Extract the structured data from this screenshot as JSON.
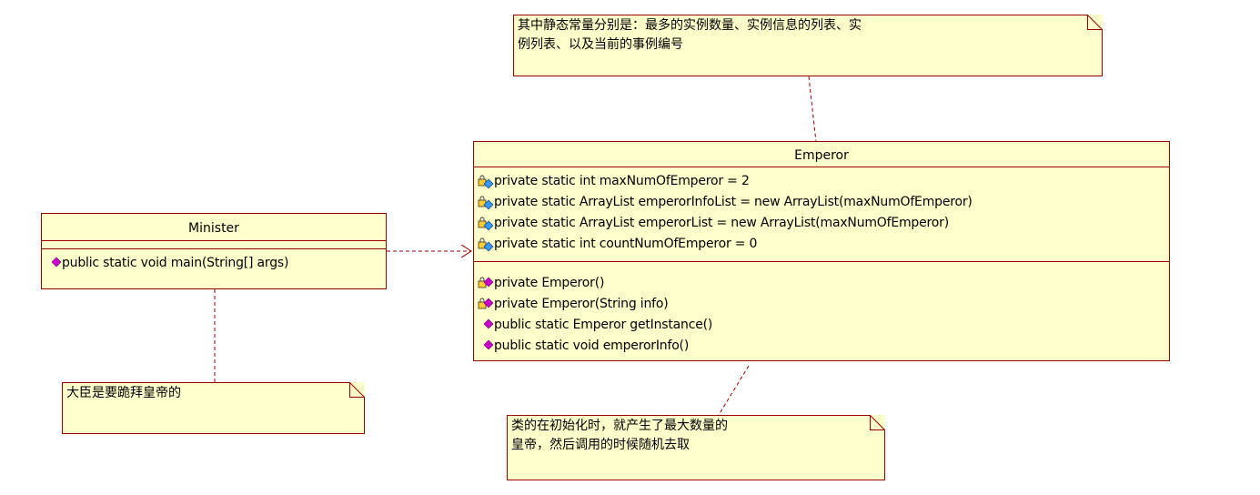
{
  "diagram": {
    "classes": {
      "minister": {
        "name": "Minister",
        "operations": [
          "public static void main(String[] args)"
        ]
      },
      "emperor": {
        "name": "Emperor",
        "attributes": [
          "private static int maxNumOfEmperor = 2",
          "private static ArrayList emperorInfoList = new ArrayList(maxNumOfEmperor)",
          "private static ArrayList emperorList = new ArrayList(maxNumOfEmperor)",
          "private static int countNumOfEmperor = 0"
        ],
        "operations": [
          "private Emperor()",
          "private Emperor(String info)",
          "public static Emperor getInstance()",
          "public static void emperorInfo()"
        ]
      }
    },
    "notes": {
      "top": {
        "line1": "其中静态常量分别是：最多的实例数量、实例信息的列表、实",
        "line2": "例列表、以及当前的事例编号"
      },
      "minister": {
        "line1": "大臣是要跪拜皇帝的"
      },
      "bottom": {
        "line1": "类的在初始化时，就产生了最大数量的",
        "line2": "皇帝，然后调用的时候随机去取"
      }
    },
    "colors": {
      "fill": "#ffffcc",
      "border": "#990000",
      "connector": "#990000",
      "operation_icon": "#cc00cc",
      "attribute_icon": "#3399ff"
    }
  }
}
